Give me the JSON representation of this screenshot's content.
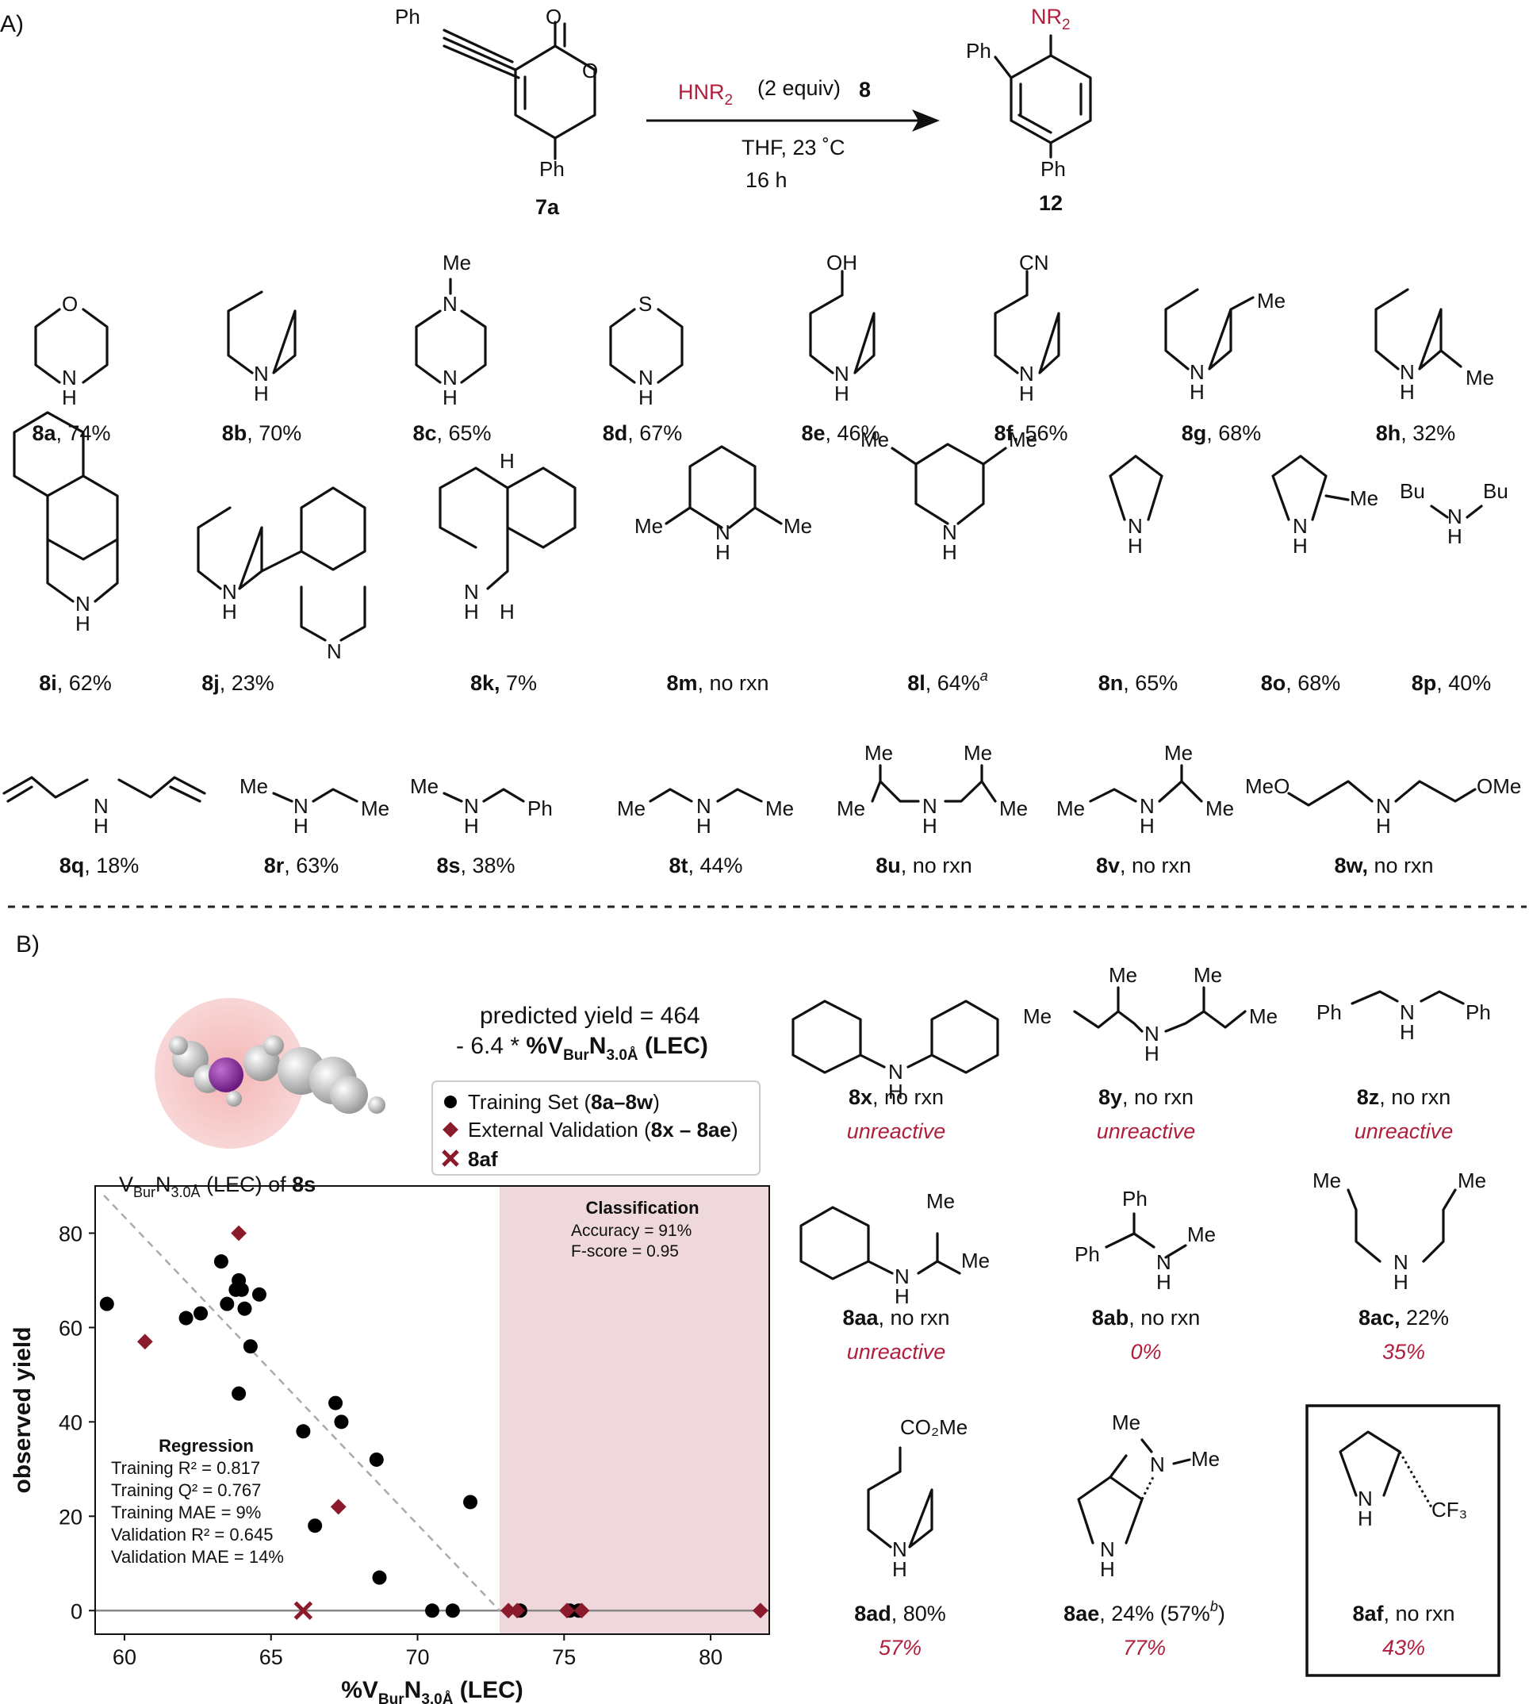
{
  "panel_a": {
    "label": "A)",
    "reagent": "HNR",
    "reagent_sub": "2",
    "equiv": "(2 equiv)",
    "reagent_id": "8",
    "conditions_1": "THF, 23 ˚C",
    "conditions_2": "16 h",
    "sm_label": "7a",
    "product_label": "12",
    "product_group": "NR",
    "product_group_sub": "2",
    "ph": "Ph",
    "o": "O",
    "n": "N",
    "h": "H",
    "s": "S",
    "me": "Me",
    "oh": "OH",
    "cn": "CN",
    "bu": "Bu",
    "meo": "MeO",
    "ome": "OMe",
    "amines": [
      {
        "id": "8a",
        "yield": ", 74%"
      },
      {
        "id": "8b",
        "yield": ", 70%"
      },
      {
        "id": "8c",
        "yield": ", 65%"
      },
      {
        "id": "8d",
        "yield": ", 67%"
      },
      {
        "id": "8e",
        "yield": ", 46%"
      },
      {
        "id": "8f",
        "yield": ", 56%"
      },
      {
        "id": "8g",
        "yield": ", 68%"
      },
      {
        "id": "8h",
        "yield": ", 32%"
      },
      {
        "id": "8i",
        "yield": ", 62%"
      },
      {
        "id": "8j",
        "yield": ", 23%"
      },
      {
        "id": "8k,",
        "yield": " 7%"
      },
      {
        "id": "8m",
        "yield": ", no rxn"
      },
      {
        "id": "8l",
        "yield": ", 64%",
        "note": "a"
      },
      {
        "id": "8n",
        "yield": ", 65%"
      },
      {
        "id": "8o",
        "yield": ", 68%"
      },
      {
        "id": "8p",
        "yield": ", 40%"
      },
      {
        "id": "8q",
        "yield": ", 18%"
      },
      {
        "id": "8r",
        "yield": ", 63%"
      },
      {
        "id": "8s",
        "yield": ", 38%"
      },
      {
        "id": "8t",
        "yield": ", 44%"
      },
      {
        "id": "8u",
        "yield": ", no rxn"
      },
      {
        "id": "8v",
        "yield": ", no rxn"
      },
      {
        "id": "8w,",
        "yield": " no rxn"
      }
    ]
  },
  "panel_b": {
    "label": "B)",
    "molecule_caption_pre": "V",
    "molecule_caption_sub1": "Bur",
    "molecule_caption_mid": "N",
    "molecule_caption_sub2": "3.0Å",
    "molecule_caption_post": " (LEC) of ",
    "molecule_caption_id": "8s",
    "equation_line1": "predicted yield = 464",
    "equation_line2_pre": "- 6.4 * ",
    "equation_line2_bold": "%V",
    "equation_line2_sub1": "Bur",
    "equation_line2_n": "N",
    "equation_line2_sub2": "3.0Å",
    "equation_line2_post": " (LEC)",
    "legend": {
      "training_pre": "Training Set (",
      "training_bold": "8a–8w",
      "training_post": ")",
      "validation_pre": "External Validation (",
      "validation_bold": "8x – 8ae",
      "validation_post": ")",
      "special": "8af"
    },
    "regression": {
      "title": "Regression",
      "lines": [
        "Training R² = 0.817",
        "Training Q² = 0.767",
        "Training MAE = 9%",
        "Validation R² = 0.645",
        "Validation MAE = 14%"
      ]
    },
    "classification": {
      "title": "Classification",
      "lines": [
        "Accuracy = 91%",
        "F-score = 0.95"
      ]
    },
    "validation_amines": [
      {
        "id": "8x",
        "yield": ", no rxn",
        "pred": "unreactive"
      },
      {
        "id": "8y",
        "yield": ", no rxn",
        "pred": "unreactive"
      },
      {
        "id": "8z",
        "yield": ", no rxn",
        "pred": "unreactive"
      },
      {
        "id": "8aa",
        "yield": ", no rxn",
        "pred": "unreactive"
      },
      {
        "id": "8ab",
        "yield": ", no rxn",
        "pred": "0%"
      },
      {
        "id": "8ac,",
        "yield": " 22%",
        "pred": "35%"
      },
      {
        "id": "8ad",
        "yield": ", 80%",
        "pred": "57%"
      },
      {
        "id": "8ae",
        "yield": ", 24% (57%",
        "note": "b",
        "yield_end": ")",
        "pred": "77%"
      },
      {
        "id": "8af",
        "yield": ", no rxn",
        "pred": "43%"
      }
    ],
    "co2me": "CO₂Me",
    "cf3": "CF₃"
  },
  "chart_data": {
    "type": "scatter",
    "xlabel": "%V_Bur N_3.0Å (LEC)",
    "ylabel": "observed yield",
    "xlim": [
      59,
      82
    ],
    "ylim": [
      -5,
      90
    ],
    "xticks": [
      60,
      65,
      70,
      75,
      80
    ],
    "yticks": [
      0,
      20,
      40,
      60,
      80
    ],
    "classification_region_x": [
      72.8,
      82
    ],
    "fit_line": {
      "x": [
        59.3,
        72.8
      ],
      "y": [
        88,
        0
      ]
    },
    "colors": {
      "training": "#000000",
      "validation": "#8b1a2b",
      "region": "#efd8dc",
      "fit": "#aaaaaa"
    },
    "series": [
      {
        "name": "Training Set (8a–8w)",
        "marker": "circle",
        "points": [
          [
            59.4,
            65
          ],
          [
            62.1,
            62
          ],
          [
            62.6,
            63
          ],
          [
            63.3,
            74
          ],
          [
            63.5,
            65
          ],
          [
            63.8,
            68
          ],
          [
            63.9,
            70
          ],
          [
            64.0,
            68
          ],
          [
            64.1,
            64
          ],
          [
            64.6,
            67
          ],
          [
            64.3,
            56
          ],
          [
            63.9,
            46
          ],
          [
            67.2,
            44
          ],
          [
            67.4,
            40
          ],
          [
            66.1,
            38
          ],
          [
            68.6,
            32
          ],
          [
            71.8,
            23
          ],
          [
            66.5,
            18
          ],
          [
            68.7,
            7
          ],
          [
            70.5,
            0
          ],
          [
            71.2,
            0
          ],
          [
            73.5,
            0
          ],
          [
            75.2,
            0
          ],
          [
            75.5,
            0
          ]
        ]
      },
      {
        "name": "External Validation (8x – 8ae)",
        "marker": "diamond",
        "points": [
          [
            63.9,
            80
          ],
          [
            60.7,
            57
          ],
          [
            67.3,
            22
          ],
          [
            73.1,
            0
          ],
          [
            73.4,
            0
          ],
          [
            75.1,
            0
          ],
          [
            75.6,
            0
          ],
          [
            81.7,
            0
          ]
        ]
      },
      {
        "name": "8af",
        "marker": "x",
        "points": [
          [
            66.1,
            0
          ]
        ]
      }
    ]
  }
}
